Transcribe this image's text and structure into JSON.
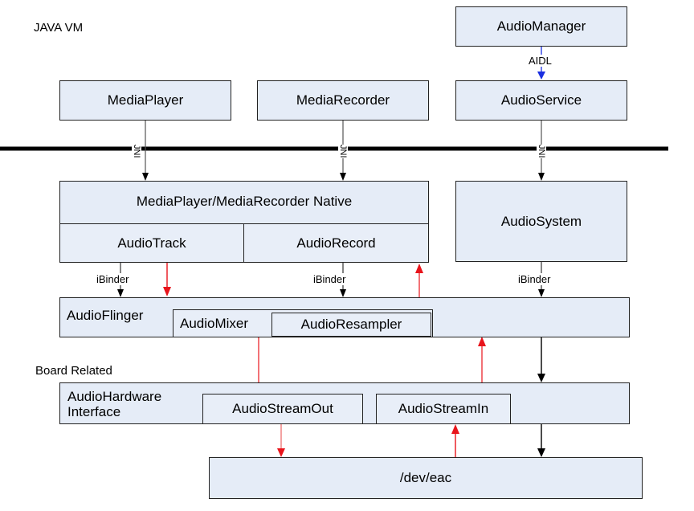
{
  "region_labels": {
    "java_vm": "JAVA VM",
    "board_related": "Board Related"
  },
  "boxes": {
    "audio_manager": "AudioManager",
    "media_player": "MediaPlayer",
    "media_recorder": "MediaRecorder",
    "audio_service": "AudioService",
    "native_header": "MediaPlayer/MediaRecorder Native",
    "audio_track": "AudioTrack",
    "audio_record": "AudioRecord",
    "audio_system": "AudioSystem",
    "audio_flinger": "AudioFlinger",
    "audio_mixer": "AudioMixer",
    "audio_resampler": "AudioResampler",
    "audio_hardware_interface_line1": "AudioHardware",
    "audio_hardware_interface_line2": "Interface",
    "audio_stream_out": "AudioStreamOut",
    "audio_stream_in": "AudioStreamIn",
    "dev_eac": "/dev/eac"
  },
  "edge_labels": {
    "aidl": "AIDL",
    "jni": "JNI",
    "ibinder": "iBinder"
  },
  "colors": {
    "box_fill": "#e5ecf7",
    "red_flow": "#e8141b",
    "blue_arrow": "#1a2ee0",
    "black": "#000000"
  }
}
